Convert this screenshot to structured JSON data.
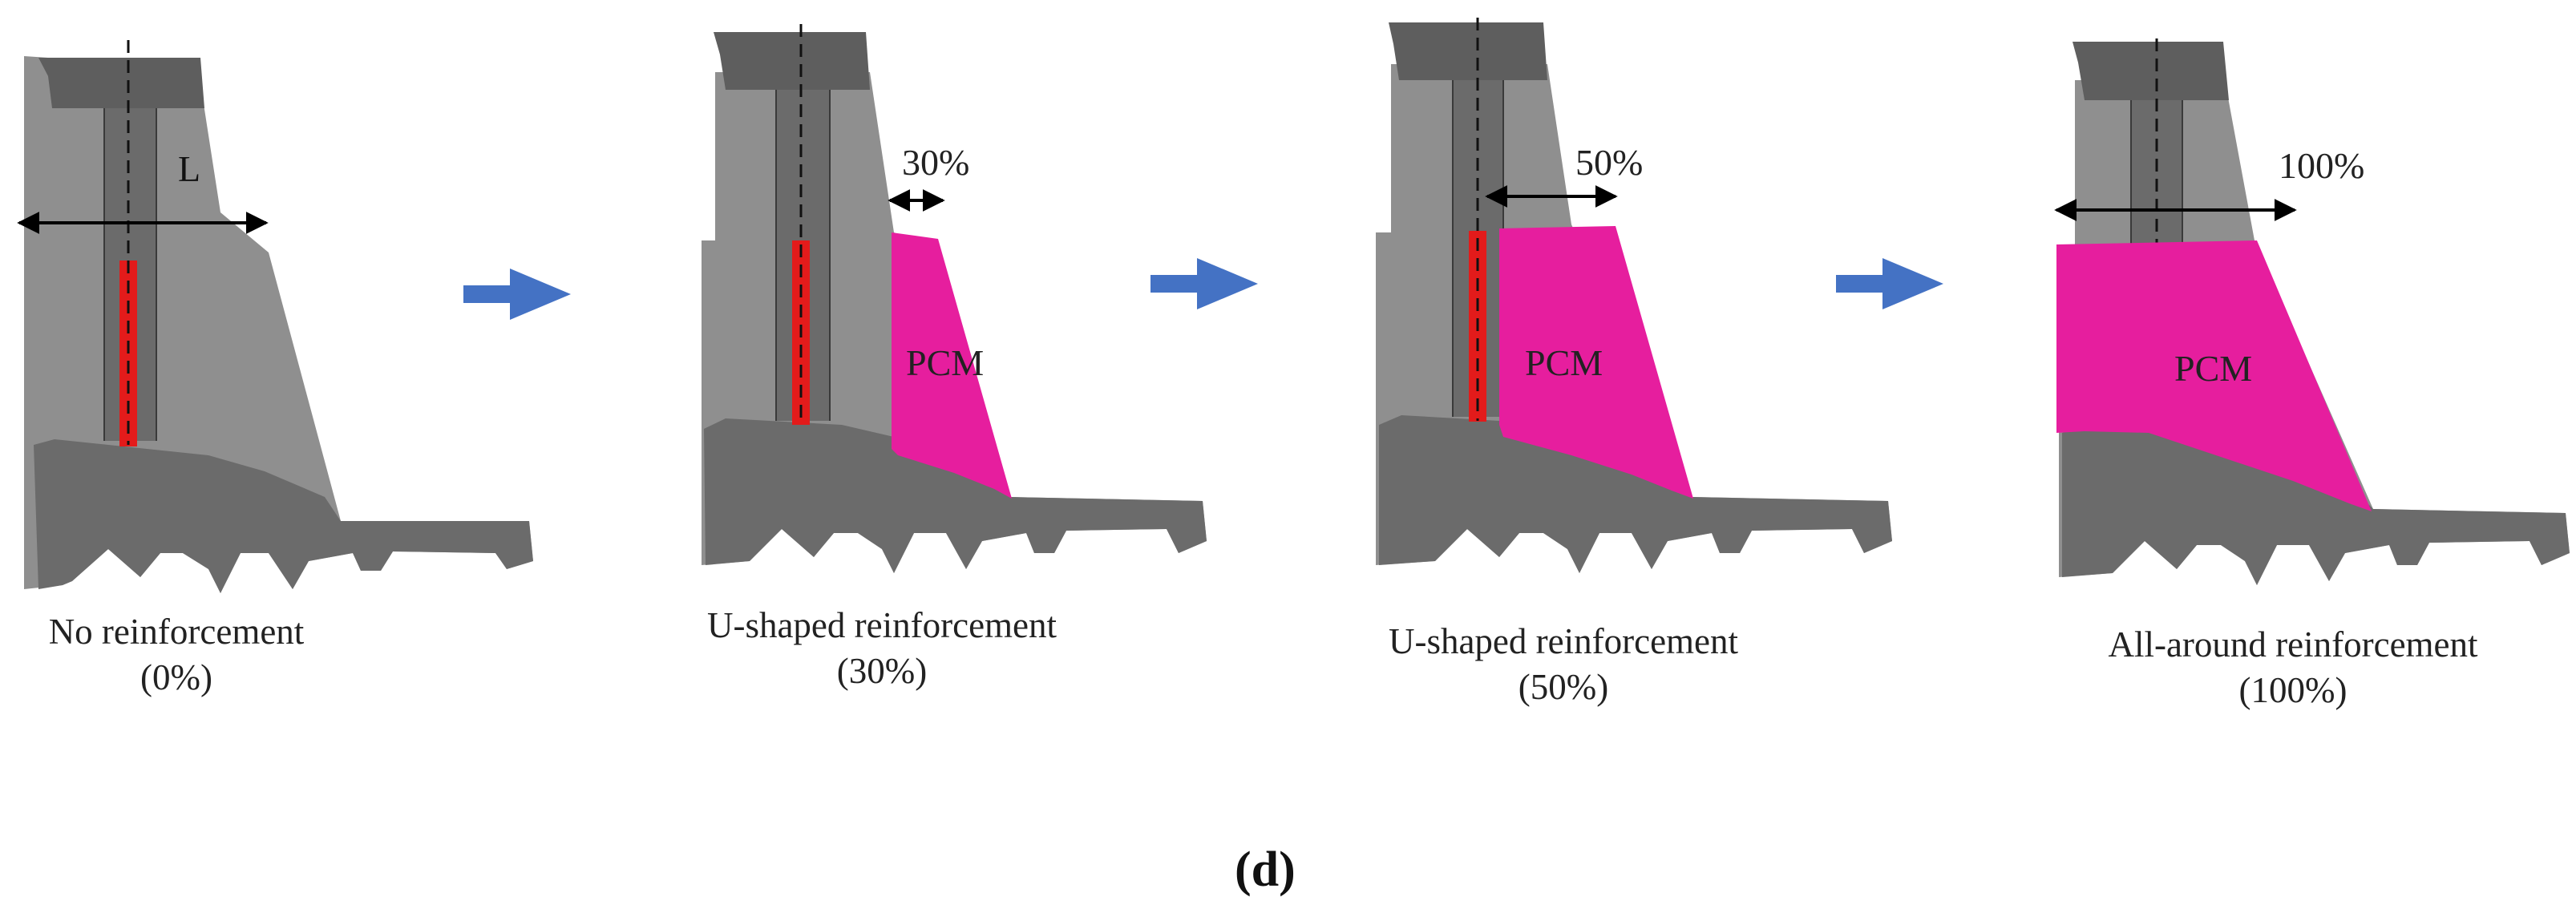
{
  "panel_label": "(d)",
  "length_label": "L",
  "pcm_label": "PCM",
  "colors": {
    "body": "#8f8f8f",
    "body_dark": "#6b6b6b",
    "cap": "#5e5e5e",
    "pcm": "#e61e9e",
    "bar": "#e31b1b",
    "arrow": "#4472c4"
  },
  "stages": [
    {
      "title": "No reinforcement",
      "percent_text": "(0%)",
      "percent_value": 0,
      "dimension_label": ""
    },
    {
      "title": "U-shaped reinforcement",
      "percent_text": "(30%)",
      "percent_value": 30,
      "dimension_label": "30%"
    },
    {
      "title": "U-shaped reinforcement",
      "percent_text": "(50%)",
      "percent_value": 50,
      "dimension_label": "50%"
    },
    {
      "title": "All-around reinforcement",
      "percent_text": "(100%)",
      "percent_value": 100,
      "dimension_label": "100%"
    }
  ]
}
